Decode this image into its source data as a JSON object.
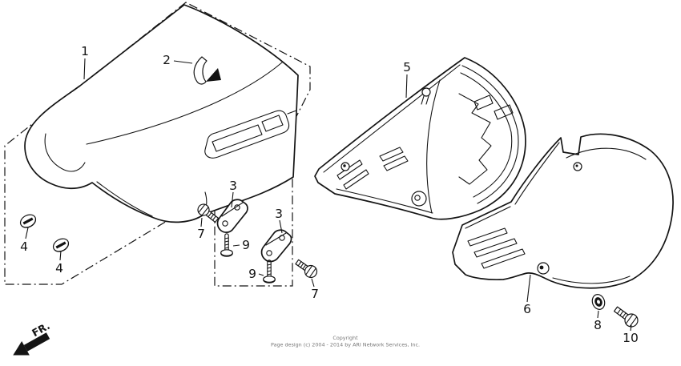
{
  "canvas": {
    "background": "#ffffff",
    "ink": "#141414"
  },
  "callouts": [
    {
      "part": "1"
    },
    {
      "part": "2"
    },
    {
      "part": "3"
    },
    {
      "part": "3"
    },
    {
      "part": "4"
    },
    {
      "part": "4"
    },
    {
      "part": "5"
    },
    {
      "part": "6"
    },
    {
      "part": "7"
    },
    {
      "part": "7"
    },
    {
      "part": "8"
    },
    {
      "part": "9"
    },
    {
      "part": "9"
    },
    {
      "part": "10"
    }
  ],
  "direction_indicator": {
    "label": "FR."
  },
  "footer": {
    "line1": "Copyright",
    "line2": "Page design (c) 2004 - 2014 by ARI Network Services, Inc."
  }
}
